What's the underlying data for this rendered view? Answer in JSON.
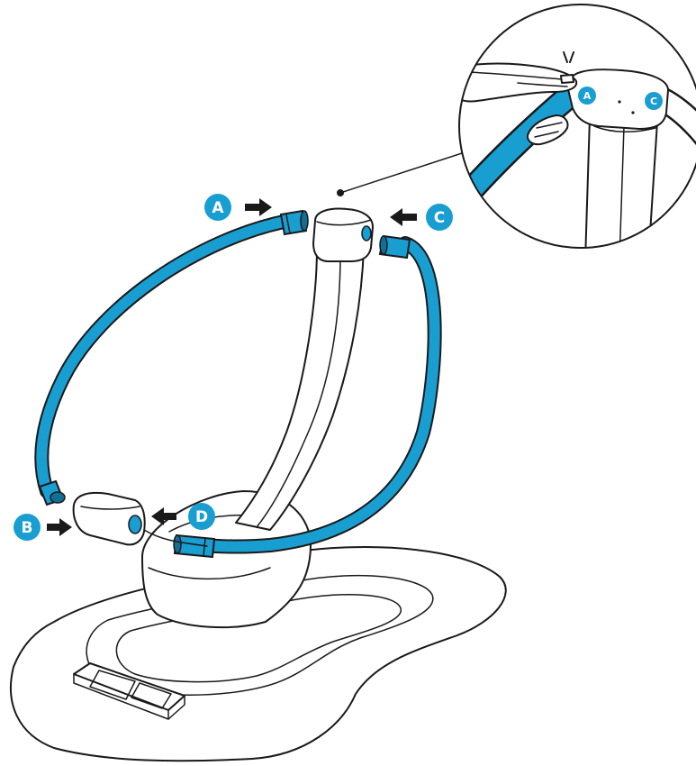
{
  "colors": {
    "accent": "#199ed1",
    "accent_dark": "#0f6f96",
    "line": "#1a1a1a",
    "arrow": "#1a1a1a",
    "background": "#ffffff"
  },
  "labels": {
    "a": "A",
    "b": "B",
    "c": "C",
    "d": "D",
    "inset_a": "A",
    "inset_c": "C"
  }
}
